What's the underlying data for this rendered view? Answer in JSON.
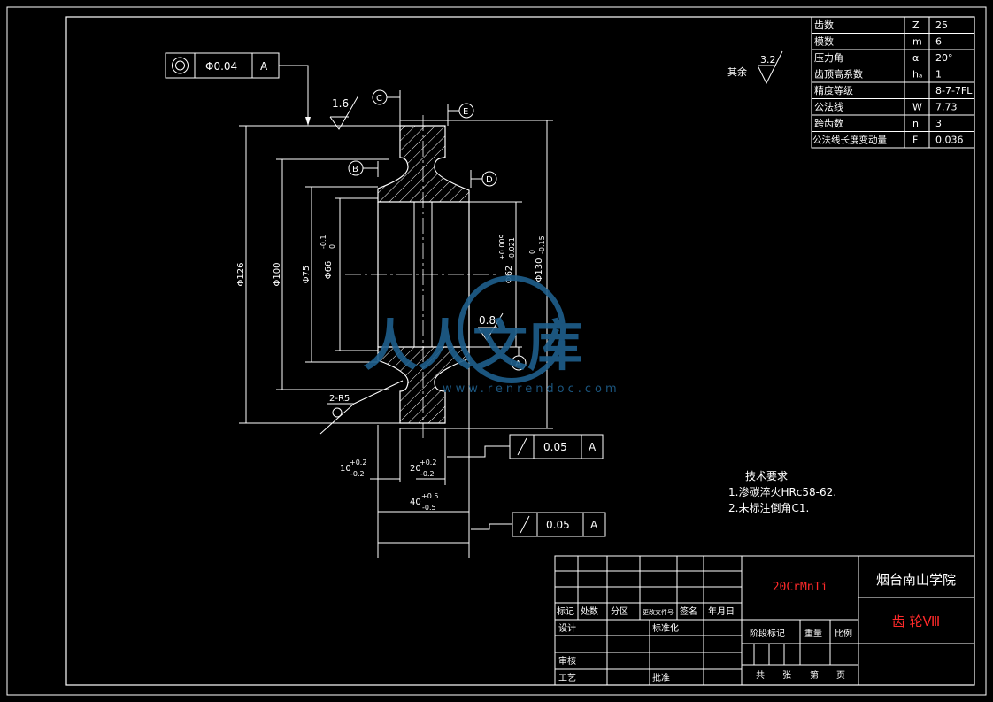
{
  "gear_params": [
    {
      "name": "齿数",
      "symbol": "Z",
      "value": "25"
    },
    {
      "name": "模数",
      "symbol": "m",
      "value": "6"
    },
    {
      "name": "压力角",
      "symbol": "α",
      "value": "20°"
    },
    {
      "name": "齿顶高系数",
      "symbol": "hₐ",
      "value": "1"
    },
    {
      "name": "精度等级",
      "symbol": "",
      "value": "8-7-7FL"
    },
    {
      "name": "公法线",
      "symbol": "W",
      "value": "7.73"
    },
    {
      "name": "跨齿数",
      "symbol": "n",
      "value": "3"
    },
    {
      "name": "公法线长度变动量",
      "symbol": "F",
      "value": "0.036"
    }
  ],
  "roughness_default": {
    "value": "3.2",
    "label": "其余"
  },
  "roughness_marks": [
    "1.6",
    "0.8"
  ],
  "fcf_top": {
    "tolerance": "Φ0.04",
    "datum": "A"
  },
  "fcf_mid": {
    "tolerance": "0.05",
    "datum": "A"
  },
  "fcf_bottom": {
    "tolerance": "0.05",
    "datum": "A"
  },
  "datums": [
    "C",
    "E",
    "B",
    "D",
    "A"
  ],
  "dims": {
    "d126": "Φ126",
    "d100": "Φ100",
    "d75": "Φ75",
    "d66": "Φ66",
    "d66_tol_up": "-0.1",
    "d66_tol_lo": "0",
    "d62": "Φ62",
    "d62_tol_up": "+0.009",
    "d62_tol_lo": "-0.021",
    "d130": "Φ130",
    "d130_tol_up": "0",
    "d130_tol_lo": "-0.15",
    "r5": "2-R5",
    "w10": "10",
    "w10_tol_up": "+0.2",
    "w10_tol_lo": "-0.2",
    "w20": "20",
    "w20_tol_up": "+0.2",
    "w20_tol_lo": "-0.2",
    "w40": "40",
    "w40_tol_up": "+0.5",
    "w40_tol_lo": "-0.5"
  },
  "tech_req": {
    "title": "技术要求",
    "items": [
      "1.渗碳淬火HRc58-62.",
      "2.未标注倒角C1."
    ]
  },
  "title_block": {
    "material": "20CrMnTi",
    "school": "烟台南山学院",
    "drawing_name": "齿 轮Ⅷ",
    "row_labels": [
      "标记",
      "处数",
      "分区",
      "更改文件号",
      "签名",
      "年月日"
    ],
    "design": "设计",
    "standard": "标准化",
    "check": "审核",
    "process": "工艺",
    "approve": "批准",
    "stage": "阶段标记",
    "weight": "重量",
    "scale": "比例",
    "sheets": "共",
    "sheets2": "张",
    "sheet": "第",
    "sheet2": "页"
  },
  "watermark": {
    "text": "人人文库",
    "url": "www.renrendoc.com"
  },
  "colors": {
    "line": "#ffffff",
    "accent": "#ff2a2a",
    "watermark": "#1e5f8c"
  }
}
